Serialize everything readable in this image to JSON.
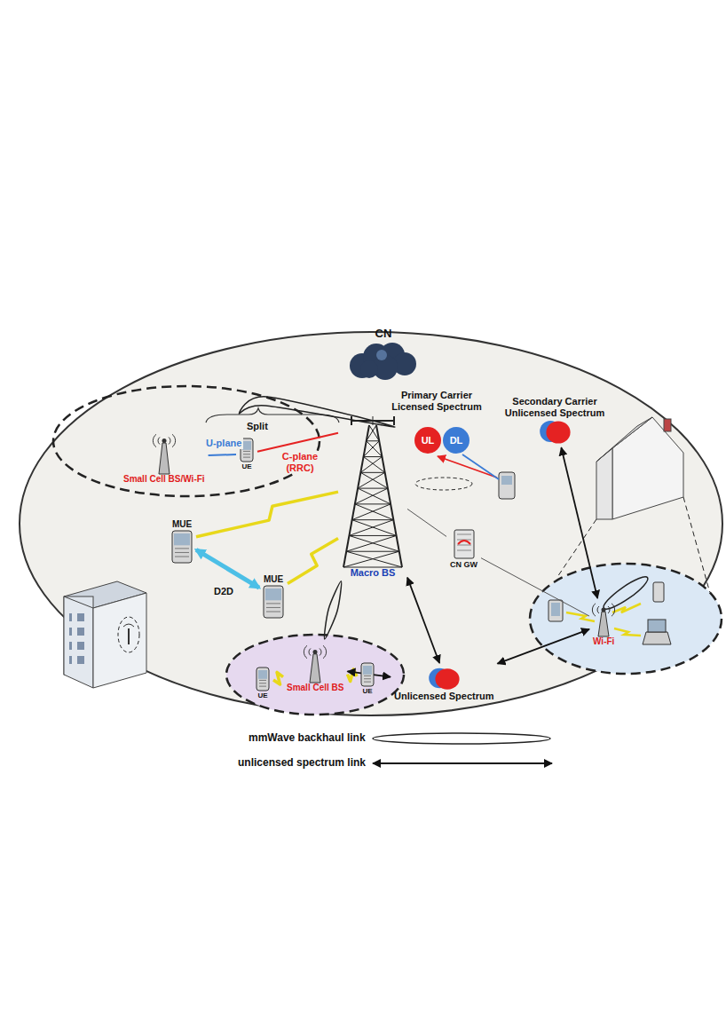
{
  "diagram": {
    "nodes": [
      {
        "text": [
          "CN"
        ]
      },
      {
        "text": [
          "UL"
        ]
      },
      {
        "text": [
          "DL"
        ]
      },
      {
        "text": [
          "Secondary Carrier Unlicensed Spectrum"
        ]
      },
      {
        "text": [
          "Small Cell BS/Wi-Fi"
        ]
      },
      {
        "text": [
          "UE"
        ]
      },
      {
        "text": [
          "MUE"
        ]
      },
      {
        "text": [
          "MUE"
        ]
      },
      {
        "text": [
          "Macro BS"
        ]
      },
      {
        "text": [
          "CN GW"
        ]
      },
      {
        "text": [
          "Wi-Fi"
        ]
      },
      {
        "text": [
          "Unlicensed Spectrum"
        ]
      },
      {
        "text": [
          "UE"
        ]
      },
      {
        "text": [
          "Small Cell BS"
        ]
      },
      {
        "text": [
          "UE"
        ]
      }
    ],
    "edges": [
      {
        "from": 8,
        "to": 4,
        "arrow": "none"
      },
      {
        "from": 4,
        "to": 5,
        "label": "U-plane",
        "arrow": "none"
      },
      {
        "from": 8,
        "to": 5,
        "label": "C-plane (RRC)",
        "arrow": "none"
      },
      {
        "from": 8,
        "to": 6,
        "arrow": "none"
      },
      {
        "from": 8,
        "to": 7,
        "arrow": "none"
      },
      {
        "from": 6,
        "to": 7,
        "label": "D2D",
        "arrow": "both"
      },
      {
        "from": 8,
        "to": 13,
        "arrow": "none"
      },
      {
        "from": 13,
        "to": 12,
        "arrow": "none"
      },
      {
        "from": 13,
        "to": 14,
        "arrow": "none"
      },
      {
        "from": 8,
        "to": 11,
        "arrow": "both"
      },
      {
        "from": 13,
        "to": 11,
        "arrow": "both"
      },
      {
        "from": 11,
        "to": 10,
        "arrow": "both"
      },
      {
        "from": 3,
        "to": 10,
        "arrow": "both"
      },
      {
        "from": 8,
        "to": 9,
        "arrow": "none"
      },
      {
        "from": 9,
        "to": 10,
        "arrow": "none"
      }
    ],
    "labels": [
      "Primary Carrier Licensed Spectrum",
      "Split"
    ],
    "legend": [
      {
        "text": "mmWave backhaul link"
      },
      {
        "text": "unlicensed spectrum link"
      }
    ]
  }
}
